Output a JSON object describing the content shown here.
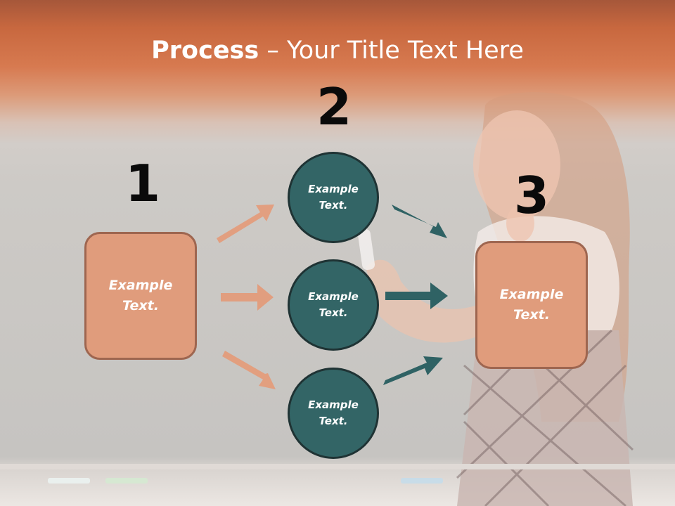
{
  "title": {
    "bold": "Process",
    "rest": " – Your Title Text Here"
  },
  "steps": [
    {
      "number": "1"
    },
    {
      "number": "2"
    },
    {
      "number": "3"
    }
  ],
  "box_left": {
    "label": "Example\nText."
  },
  "box_right": {
    "label": "Example\nText."
  },
  "circles": [
    {
      "label": "Example\nText."
    },
    {
      "label": "Example\nText."
    },
    {
      "label": "Example\nText."
    }
  ],
  "colors": {
    "box_fill": "#e09c7c",
    "box_border": "#9e6650",
    "circle_fill": "#336566",
    "orange_arrow": "#e49a78",
    "teal_arrow": "#2f6264",
    "title_band": "#d77a50"
  }
}
